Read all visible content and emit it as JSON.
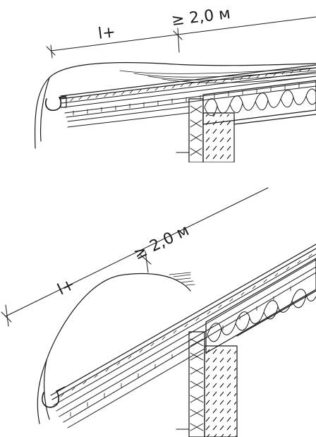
{
  "diagrams": [
    {
      "name": "low-pitch-roof-eave",
      "dim_left": "l+",
      "dim_right": "≥ 2,0 м"
    },
    {
      "name": "steep-pitch-roof-eave",
      "dim_left": "l+",
      "dim_right": "≥ 2,0 м"
    }
  ],
  "colors": {
    "ink": "#1a1a1a",
    "background": "#ffffff"
  }
}
